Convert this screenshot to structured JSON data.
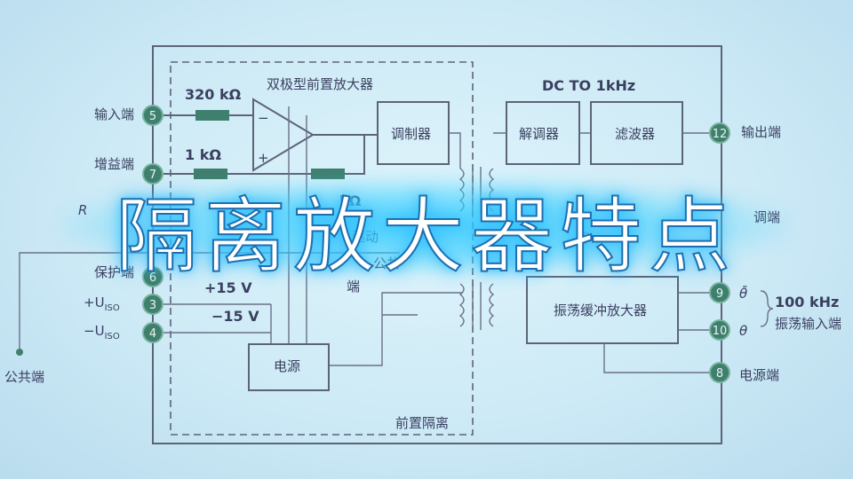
{
  "title": "隔离放大器特点",
  "diagram": {
    "labels": {
      "preamp": "双极型前置放大器",
      "freq": "DC TO 1kHz",
      "r320": "320 kΩ",
      "r1k": "1 kΩ",
      "modulator": "调制器",
      "demodulator": "解调器",
      "filter": "滤波器",
      "input": "输入端",
      "gain": "增益端",
      "protect": "保护端",
      "uiso_pos": "+U",
      "uiso_neg": "−U",
      "iso_sub": "ISO",
      "p15": "+15 V",
      "m15": "−15 V",
      "common": "公共端",
      "power": "电源",
      "front_iso": "前置隔离",
      "output": "输出端",
      "osc_buffer": "振荡缓冲放大器",
      "f100k": "100 kHz",
      "osc_input": "振荡输入端",
      "power_terminal": "电源端",
      "theta_bar": "θ̄",
      "theta": "θ",
      "drive_fragment": "驱动",
      "common_fragment": "公共",
      "terminal_fragment": "端",
      "rf_fragment": "R",
      "right_fragment": "调端",
      "k_fragment": "kΩ",
      "plus_sign": "+",
      "minus_sign": "−",
      "partial_text": "解"
    },
    "pins": [
      "5",
      "7",
      "6",
      "3",
      "4",
      "12",
      "9",
      "10",
      "8"
    ]
  }
}
